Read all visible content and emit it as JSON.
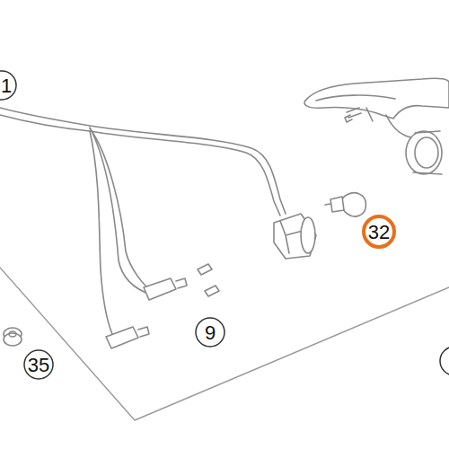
{
  "diagram": {
    "labels": [
      "1",
      "32",
      "9",
      "35"
    ]
  }
}
